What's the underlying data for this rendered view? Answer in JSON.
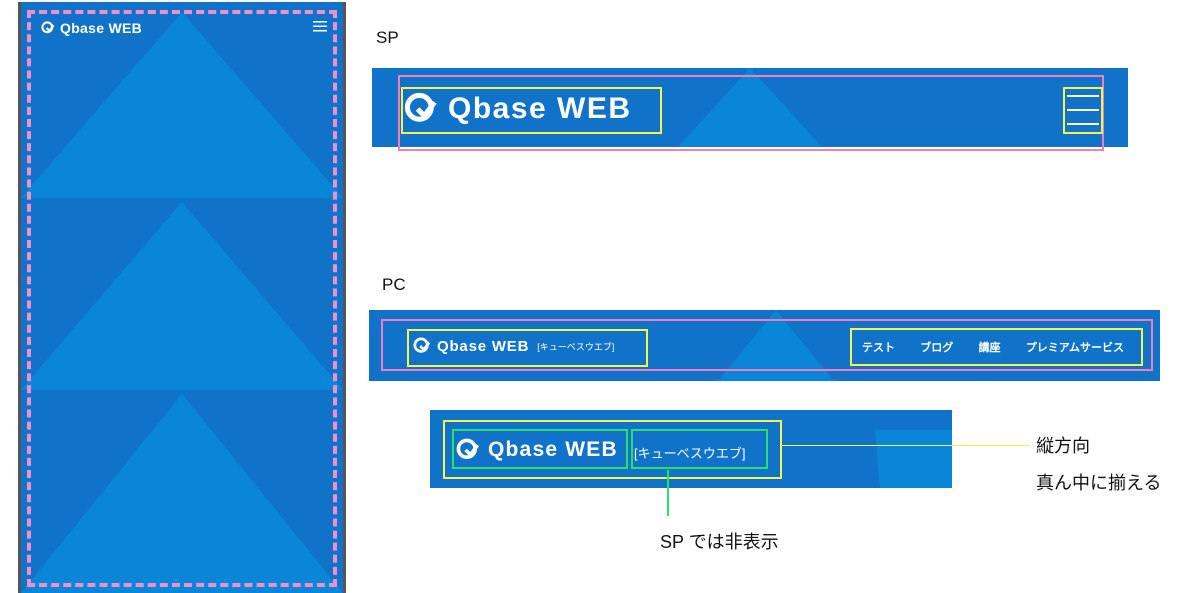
{
  "site": {
    "logo_text": "Qbase WEB",
    "logo_kana": "[キューベスウエブ]"
  },
  "sections": {
    "sp_label": "SP",
    "pc_label": "PC"
  },
  "nav": {
    "items": [
      "テスト",
      "ブログ",
      "講座",
      "プレミアムサービス"
    ]
  },
  "annotations": {
    "vertical_center_line1": "縦方向",
    "vertical_center_line2": "真ん中に揃える",
    "sp_hidden": "SP では非表示"
  },
  "colors": {
    "banner_blue": "#1172c9",
    "triangle_blue": "#0a86d8",
    "container_outline": "#ee7fba",
    "element_outline": "#f3f54a",
    "sub_element_outline": "#2be06a"
  }
}
